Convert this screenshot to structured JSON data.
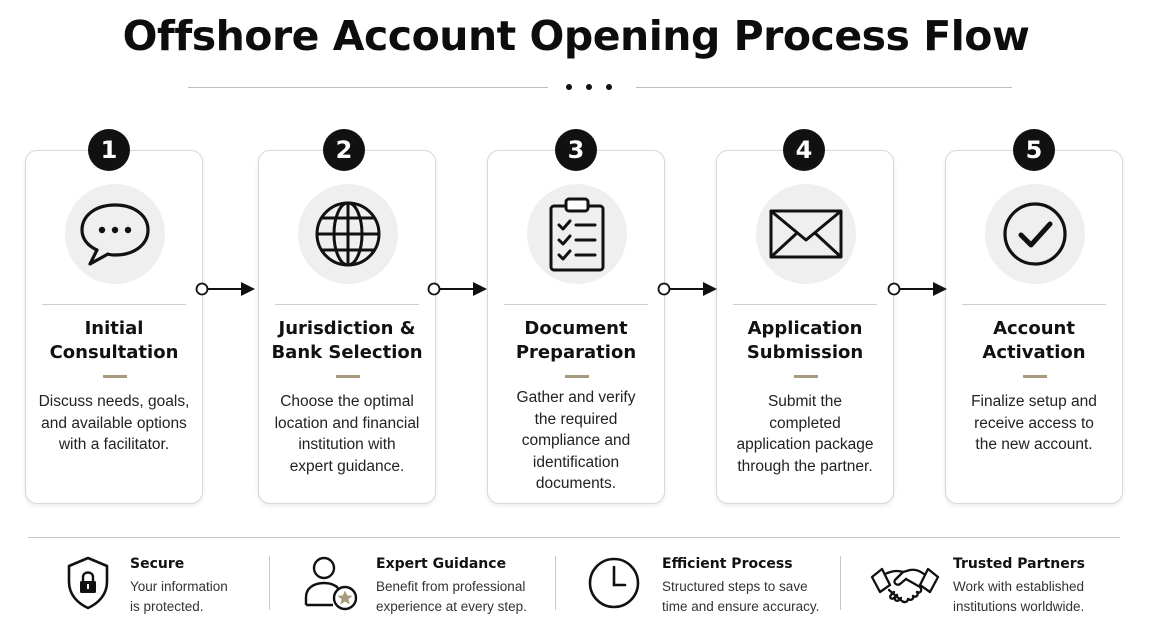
{
  "title": "Offshore Account Opening Process Flow",
  "steps": [
    {
      "number": "1",
      "icon": "chat-bubble-icon",
      "title_line1": "Initial",
      "title_line2": "Consultation",
      "desc": [
        "Discuss needs, goals,",
        "and available options",
        "with a facilitator."
      ]
    },
    {
      "number": "2",
      "icon": "globe-icon",
      "title_line1": "Jurisdiction &",
      "title_line2": "Bank Selection",
      "desc": [
        "Choose the optimal",
        "location and financial",
        "institution with",
        "expert guidance."
      ]
    },
    {
      "number": "3",
      "icon": "clipboard-checklist-icon",
      "title_line1": "Document",
      "title_line2": "Preparation",
      "desc": [
        "Gather and verify",
        "the required",
        "compliance and",
        "identification",
        "documents."
      ]
    },
    {
      "number": "4",
      "icon": "envelope-icon",
      "title_line1": "Application",
      "title_line2": "Submission",
      "desc": [
        "Submit the",
        "completed",
        "application package",
        "through the partner."
      ]
    },
    {
      "number": "5",
      "icon": "check-circle-icon",
      "title_line1": "Account",
      "title_line2": "Activation",
      "desc": [
        "Finalize setup and",
        "receive access to",
        "the new account."
      ]
    }
  ],
  "features": [
    {
      "icon": "shield-lock-icon",
      "title": "Secure",
      "desc": [
        "Your information",
        "is protected."
      ]
    },
    {
      "icon": "expert-user-icon",
      "title": "Expert Guidance",
      "desc": [
        "Benefit from professional",
        "experience at every step."
      ]
    },
    {
      "icon": "clock-icon",
      "title": "Efficient Process",
      "desc": [
        "Structured steps to save",
        "time and ensure accuracy."
      ]
    },
    {
      "icon": "handshake-icon",
      "title": "Trusted Partners",
      "desc": [
        "Work with established",
        "institutions worldwide."
      ]
    }
  ]
}
